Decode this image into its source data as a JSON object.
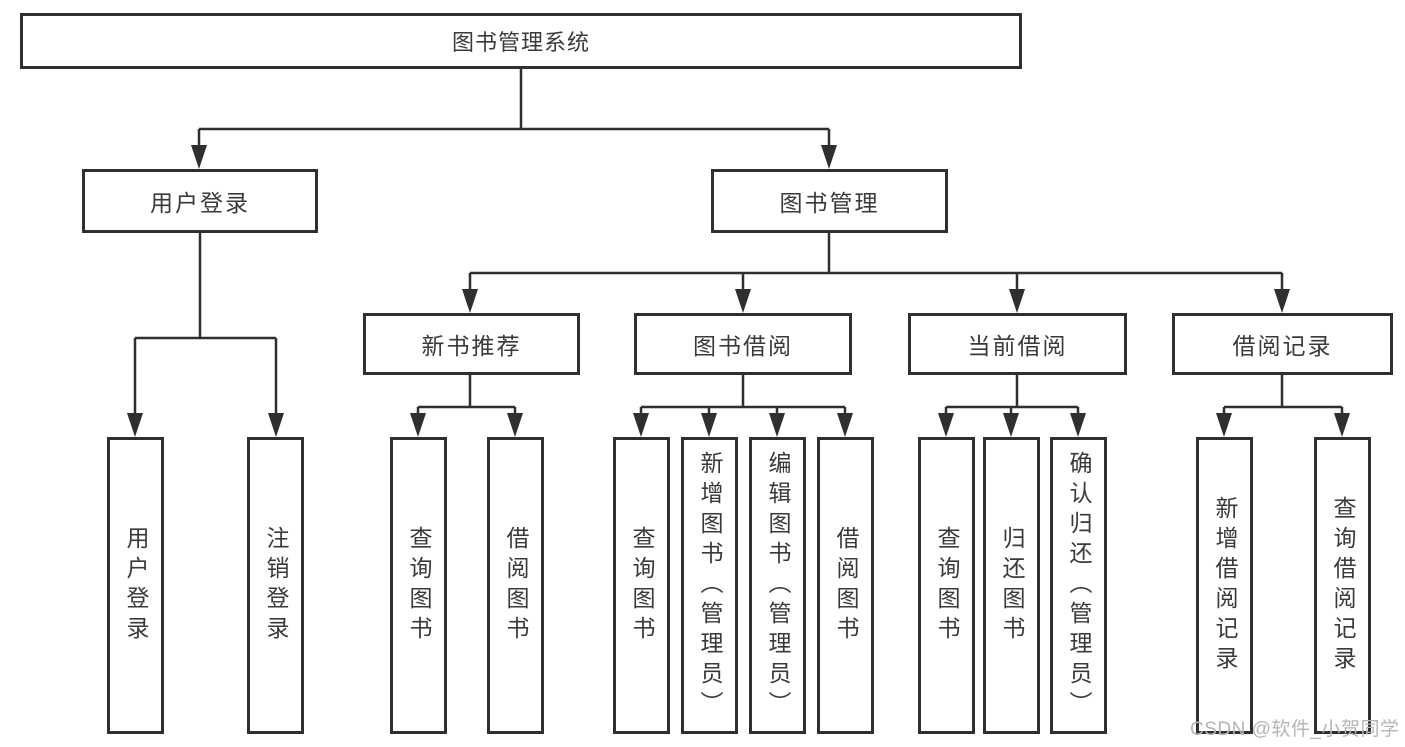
{
  "diagram": {
    "root": {
      "label": "图书管理系统"
    },
    "level2": [
      {
        "label": "用户登录"
      },
      {
        "label": "图书管理"
      }
    ],
    "level3": [
      {
        "label": "新书推荐",
        "parent": "图书管理"
      },
      {
        "label": "图书借阅",
        "parent": "图书管理"
      },
      {
        "label": "当前借阅",
        "parent": "图书管理"
      },
      {
        "label": "借阅记录",
        "parent": "图书管理"
      }
    ],
    "leaves": [
      {
        "label": "用户登录",
        "parent": "用户登录"
      },
      {
        "label": "注销登录",
        "parent": "用户登录"
      },
      {
        "label": "查询图书",
        "parent": "新书推荐"
      },
      {
        "label": "借阅图书",
        "parent": "新书推荐"
      },
      {
        "label": "查询图书",
        "parent": "图书借阅"
      },
      {
        "label": "新增图书（管理员）",
        "parent": "图书借阅"
      },
      {
        "label": "编辑图书（管理员）",
        "parent": "图书借阅"
      },
      {
        "label": "借阅图书",
        "parent": "图书借阅"
      },
      {
        "label": "查询图书",
        "parent": "当前借阅"
      },
      {
        "label": "归还图书",
        "parent": "当前借阅"
      },
      {
        "label": "确认归还（管理员）",
        "parent": "当前借阅"
      },
      {
        "label": "新增借阅记录",
        "parent": "借阅记录"
      },
      {
        "label": "查询借阅记录",
        "parent": "借阅记录"
      }
    ],
    "colors": {
      "line": "#2f2f2f",
      "text": "#3a3a3a",
      "background": "#ffffff"
    }
  },
  "watermark": {
    "text": "CSDN @软件_小贺同学",
    "color": "#b5b5b5"
  }
}
